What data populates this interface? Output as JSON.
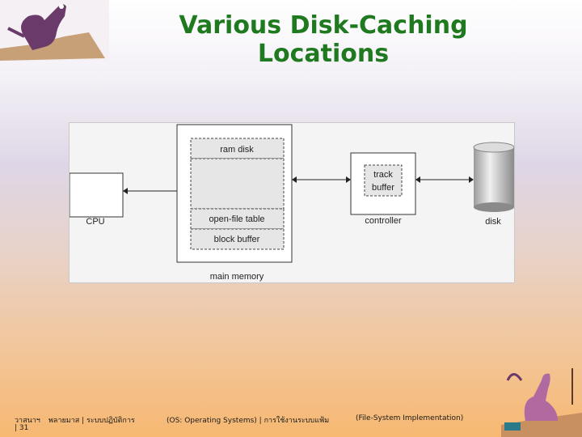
{
  "title": "Various Disk-Caching Locations",
  "diagram": {
    "ram_disk": "ram disk",
    "open_file_table": "open-file table",
    "block_buffer": "block buffer",
    "main_memory": "main memory",
    "track": "track",
    "buffer": "buffer",
    "controller": "controller",
    "disk": "disk",
    "cpu": "CPU"
  },
  "footer": {
    "author": "วาสนาฯ",
    "page": "| 31",
    "source1": "พลายมาส | ระบบปฏิบัติการ",
    "source2": "(OS: Operating Systems) | การใช้งานระบบแฟ้ม",
    "source3": "(File-System Implementation)"
  },
  "colors": {
    "title": "#1f7a1f",
    "diagram_bg": "#f4f4f4"
  }
}
